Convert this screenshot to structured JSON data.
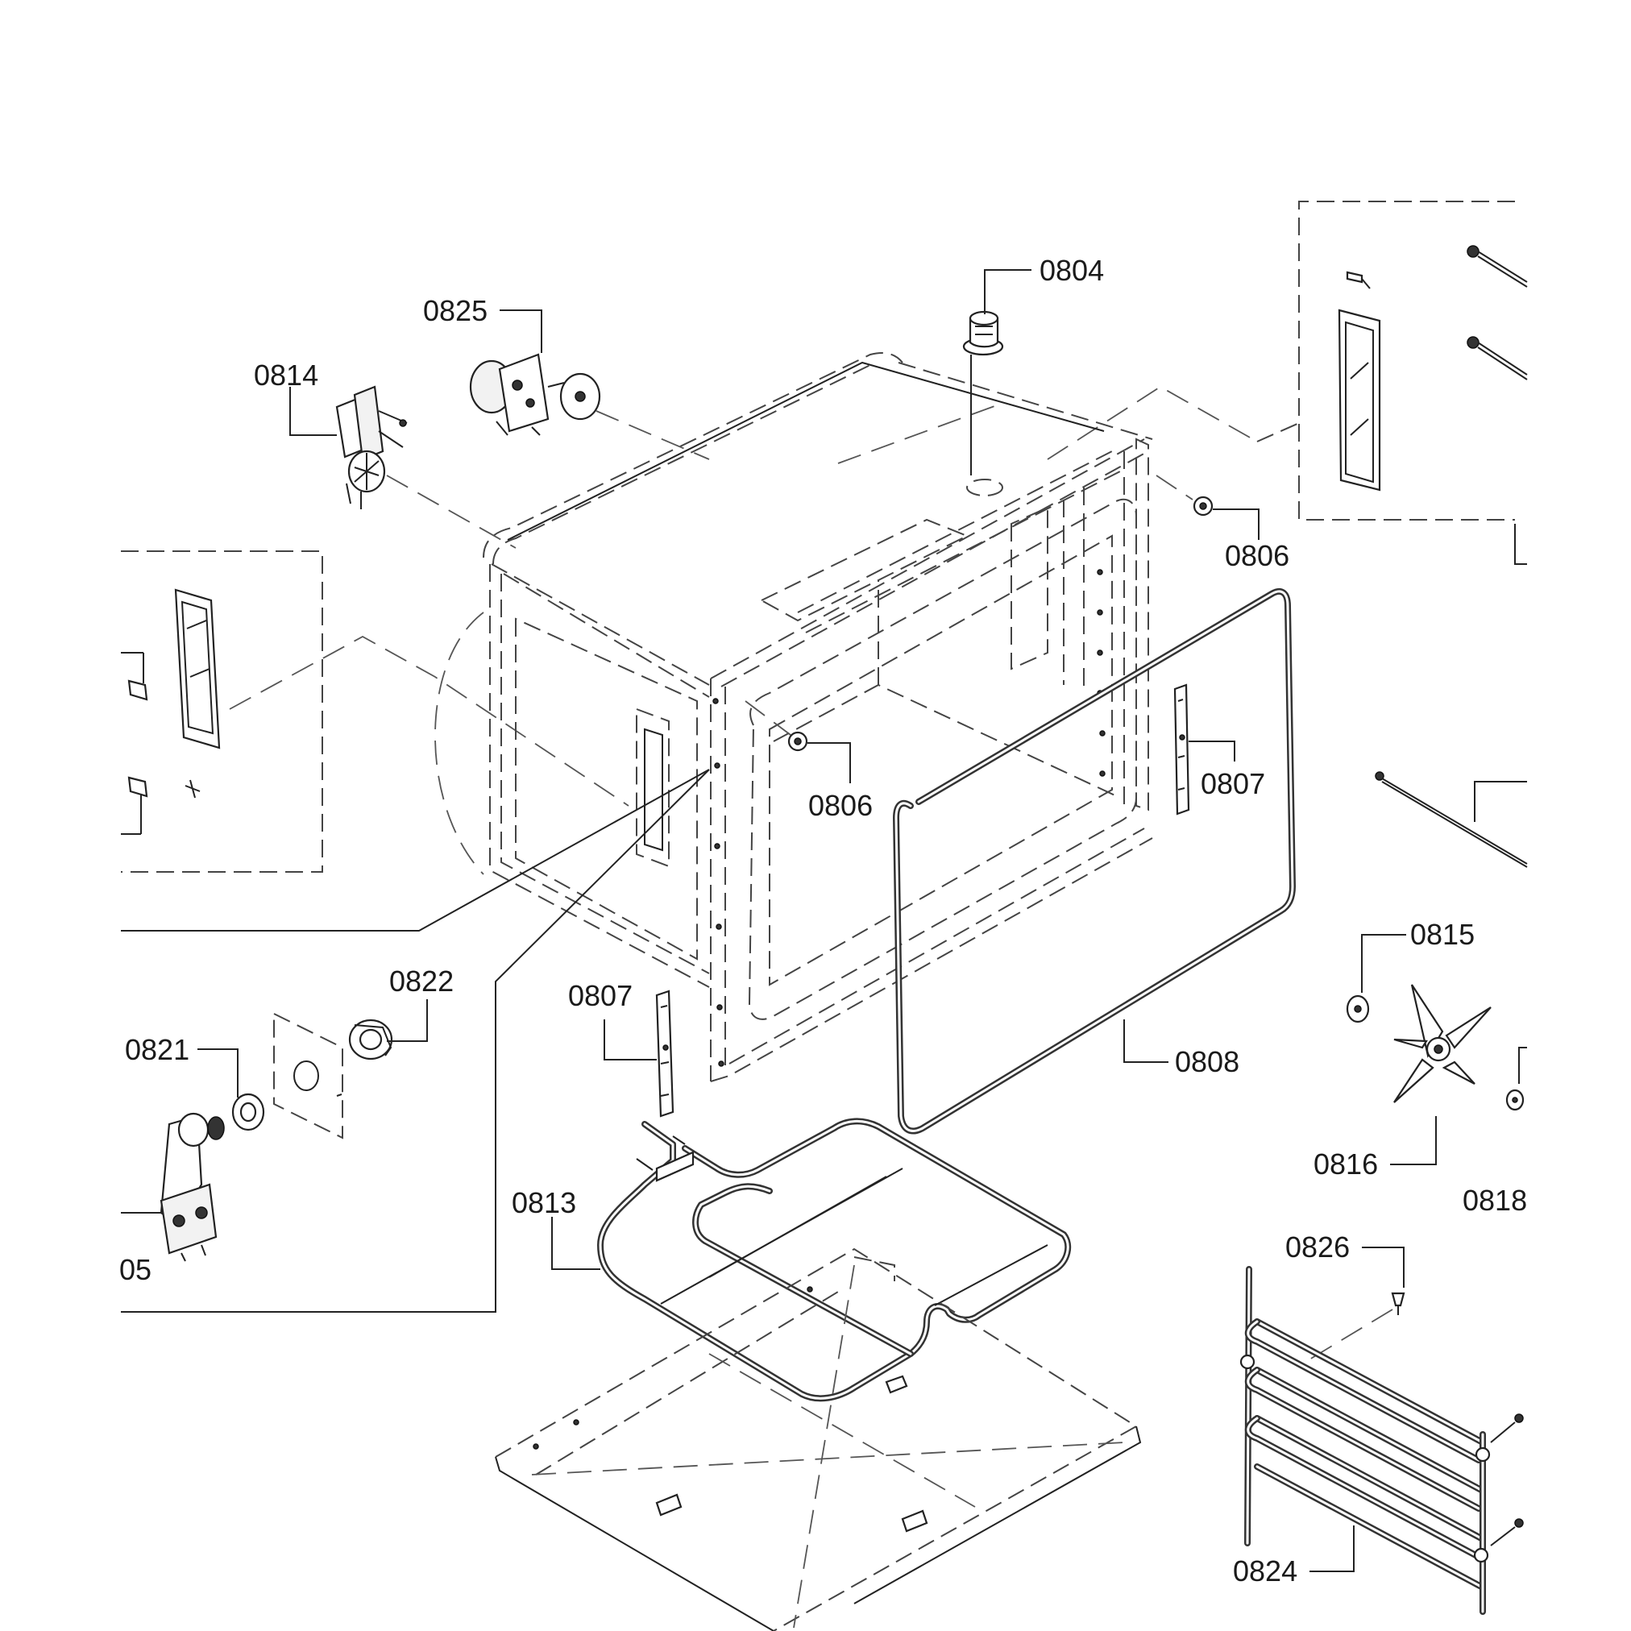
{
  "labels": {
    "l0804": "0804",
    "l0825": "0825",
    "l0814": "0814",
    "l0806a": "0806",
    "l0806b": "0806",
    "l0807a": "0807",
    "l0807b": "0807",
    "l0815": "0815",
    "l0822": "0822",
    "l0821": "0821",
    "l0808": "0808",
    "l0816": "0816",
    "l0818": "0818",
    "l0813": "0813",
    "l0826": "0826",
    "l0805": "05",
    "l0824": "0824"
  }
}
